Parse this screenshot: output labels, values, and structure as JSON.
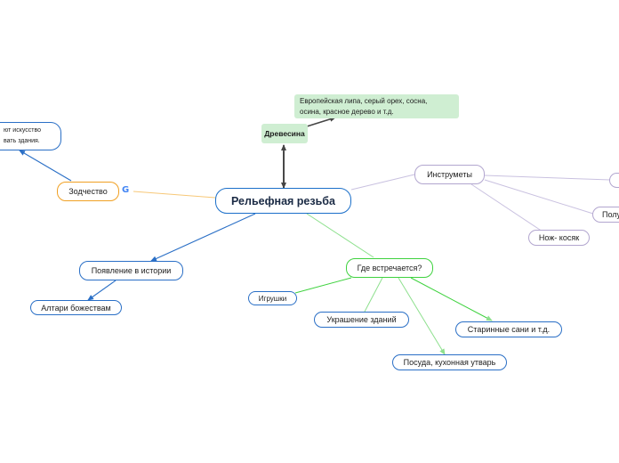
{
  "central": {
    "label": "Рельефная резьба"
  },
  "branches": {
    "wood": {
      "label": "Древесина",
      "note": {
        "line1": "Европейская липа, серый орех, сосна,",
        "line2": "осина, красное дерево и т.д."
      }
    },
    "tools": {
      "label": "Инструметы",
      "children": [
        {
          "label": ""
        },
        {
          "label": "Полу"
        },
        {
          "label": "Нож- косяк"
        }
      ]
    },
    "where": {
      "label": "Где встречается?",
      "children": [
        {
          "label": "Игрушки"
        },
        {
          "label": "Украшение зданий"
        },
        {
          "label": "Посуда, кухонная утварь"
        },
        {
          "label": "Старинные сани и т.д."
        }
      ]
    },
    "history": {
      "label": "Появление в истории",
      "children": [
        {
          "label": "Алтари божествам"
        }
      ]
    },
    "architecture": {
      "label": "Зодчество",
      "note": {
        "line1": "ют искусство",
        "line2": "вать здания."
      },
      "icon": "google-g-icon"
    }
  },
  "colors": {
    "central_border": "#1b6fc9",
    "blue": "#2a6fc6",
    "orange": "#f0a023",
    "green": "#3fd23f",
    "purple": "#b2a6cf",
    "note_green_bg": "#cfeed2",
    "dark_line": "#444444"
  }
}
